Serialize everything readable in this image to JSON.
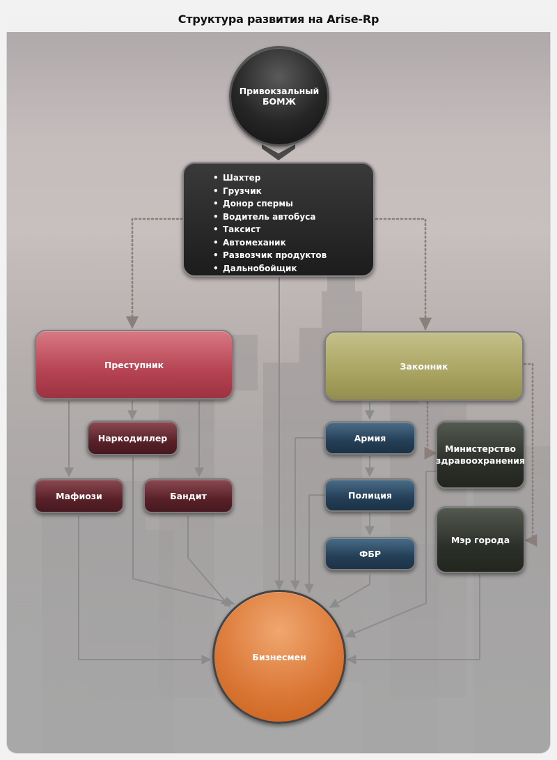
{
  "title": "Структура развития на Arise-Rp",
  "nodes": {
    "start": {
      "line1": "Привокзальный",
      "line2": "БОМЖ"
    },
    "jobs": [
      "Шахтер",
      "Грузчик",
      "Донор спермы",
      "Водитель автобуса",
      "Таксист",
      "Автомеханик",
      "Развозчик продуктов",
      "Дальнобойщик"
    ],
    "criminal": "Преступник",
    "lawman": "Законник",
    "drug_dealer": "Наркодиллер",
    "mafioso": "Мафиози",
    "bandit": "Бандит",
    "army": "Армия",
    "police": "Полиция",
    "fbi": "ФБР",
    "health_ministry": {
      "line1": "Министерство",
      "line2": "здравоохранения"
    },
    "mayor": "Мэр города",
    "businessman": "Бизнесмен"
  },
  "colors": {
    "criminal": "#b64352",
    "lawman": "#a9a461",
    "red_boxes": "#5a2128",
    "blue_boxes": "#243f57",
    "dark_boxes": "#2c302a",
    "businessman": "#dc7a3a",
    "connector": "#8c8c8c",
    "dotted_connector": "#8a7f7a"
  }
}
